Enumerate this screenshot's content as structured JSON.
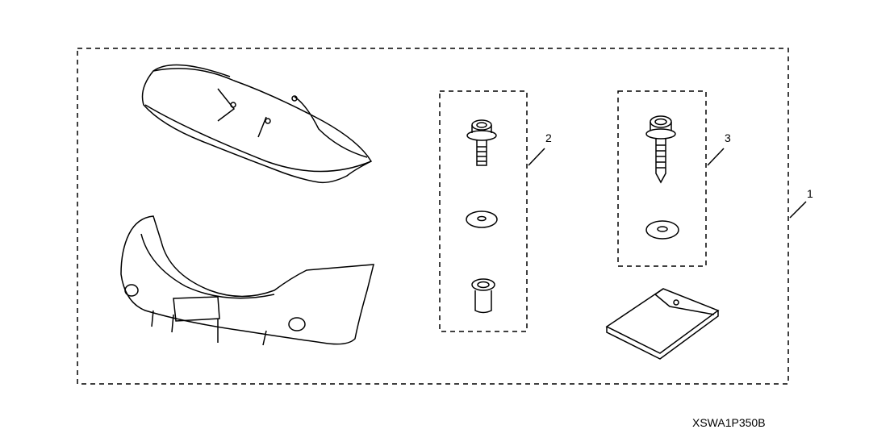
{
  "callouts": {
    "kit": "1",
    "bolt_set": "2",
    "screw_set": "3"
  },
  "diagram_code": "XSWA1P350B"
}
